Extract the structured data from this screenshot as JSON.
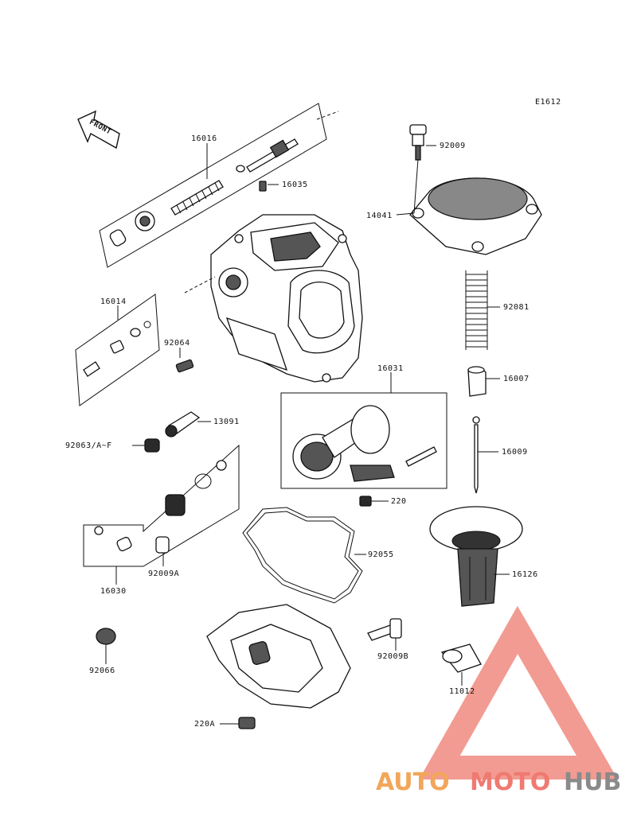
{
  "diagram_code": "E1612",
  "front_label": "FRONT",
  "parts": [
    {
      "id": "16016"
    },
    {
      "id": "16035"
    },
    {
      "id": "92009"
    },
    {
      "id": "14041"
    },
    {
      "id": "16014"
    },
    {
      "id": "92064"
    },
    {
      "id": "92081"
    },
    {
      "id": "16031"
    },
    {
      "id": "16007"
    },
    {
      "id": "13091"
    },
    {
      "id": "92063/A~F"
    },
    {
      "id": "16009"
    },
    {
      "id": "220"
    },
    {
      "id": "92055"
    },
    {
      "id": "16126"
    },
    {
      "id": "16030"
    },
    {
      "id": "92009A"
    },
    {
      "id": "92009B"
    },
    {
      "id": "92066"
    },
    {
      "id": "11012"
    },
    {
      "id": "220A"
    }
  ],
  "watermark": {
    "part1": "AUTO",
    "part2": "MOTO",
    "part3": "HUB",
    "colors": {
      "auto": "#f2a65a",
      "moto": "#ef7a72",
      "hub": "#8a8a8a",
      "triangle": "#f08a80"
    }
  }
}
